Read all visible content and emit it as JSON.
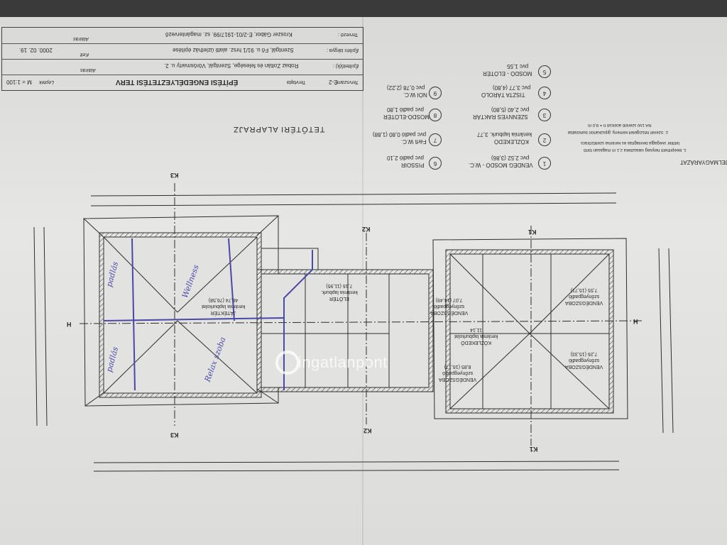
{
  "title_block": {
    "designer_label": "Tervező :",
    "designer_value": "Kroszer Gábor, É-2/01-1917/99. sz. magántervező",
    "signature_label": "Aláírás",
    "project_label": "Építés tárgya :",
    "project_value": "Szentgál, Fő u. 91/1 hrsz. alatti üzletház építése",
    "date_label": "Kelt",
    "date_value": "2000. 02. 19.",
    "client_label": "Építtető(k) :",
    "client_value": "Robaz Zoltán és felesége, Szentgál, Vörösmarty u. 2.",
    "signature_label_2": "Aláírás",
    "sheet_label": "Tervszám :",
    "sheet_value": "É-2",
    "plan_type_label": "Tervfajta",
    "plan_type_value": "ÉPÍTÉSI ENGEDÉLYEZTETÉSI TERV",
    "scale_label": "Lépték",
    "scale_value": "M = 1:100"
  },
  "legend": {
    "heading": "JELMAGYARÁZAT",
    "notes": [
      "1. Beépíthető helység választéka 2,1 m magasan törtő",
      "tetőtér úvegagja bevilágítás és kerámia szellőzőrács",
      "2. Szerelt hőszigetelt kémény, gipszkarton burkolattal",
      "NA 150 szerelő acélcső h = 8,0 m"
    ],
    "items": [
      {
        "n": "1",
        "name": "VENDÉG MOSDÓ - W.C.",
        "detail": "pvc 2,52 (3,86)"
      },
      {
        "n": "2",
        "name": "KÖZLEKEDŐ",
        "detail": "kerámia lapburk. 3,77"
      },
      {
        "n": "3",
        "name": "SZENNYES RAKTÁR",
        "detail": "pvc 2,40 (5,80)"
      },
      {
        "n": "4",
        "name": "TISZTA TÁROLÓ",
        "detail": "pvc 3,77 (4,80)"
      },
      {
        "n": "5",
        "name": "MOSDÓ - ELŐTÉR",
        "detail": "pvc 1,55"
      },
      {
        "n": "6",
        "name": "PISSOIR",
        "detail": "pvc padló 2,10"
      },
      {
        "n": "7",
        "name": "Férfi W.C.",
        "detail": "pvc padló 0,80 (1,88)"
      },
      {
        "n": "8",
        "name": "MOSDÓ-ELŐTÉR",
        "detail": "pvc padló 1,80"
      },
      {
        "n": "9",
        "name": "NŐI W.C.",
        "detail": "pvc 0,78 (2,22)"
      }
    ]
  },
  "plan": {
    "title": "TETŐTÉRI  ALAPRAJZ",
    "rooms": [
      {
        "name": "JÁTÉKTÉR",
        "detail": "kerámia lapburkolat",
        "area": "48,74 (76,58)"
      },
      {
        "name": "ELŐTÉR",
        "detail": "kerámia lapburk.",
        "area": "7,16 (11,95)"
      },
      {
        "name": "VENDÉGSZOBA",
        "detail": "szőnyegpadló",
        "area": "7,07 (14,49)"
      },
      {
        "name": "KÖZLEKEDŐ",
        "detail": "kerámia lapburkolat",
        "area": "11,14"
      },
      {
        "name": "VENDÉGSZOBA",
        "detail": "szőnyegpadló",
        "area": "8,85 (16,17)"
      },
      {
        "name": "VENDÉGSZOBA",
        "detail": "szőnyegpadló",
        "area": "7,55 (15,71)"
      },
      {
        "name": "VENDÉGSZOBA",
        "detail": "szőnyegpadló",
        "area": "7,26 (15,33)"
      }
    ],
    "section_marks": [
      "K1",
      "K1",
      "K2",
      "K2",
      "K3",
      "K3",
      "H",
      "H"
    ],
    "handwritten": [
      "padlás",
      "padlás",
      "Wellness",
      "Relax szoba"
    ]
  },
  "watermark": "ingatlanpont",
  "colors": {
    "paper": "#e2e2e0",
    "ink": "#2a2a2a",
    "pen": "#4a48a8"
  }
}
